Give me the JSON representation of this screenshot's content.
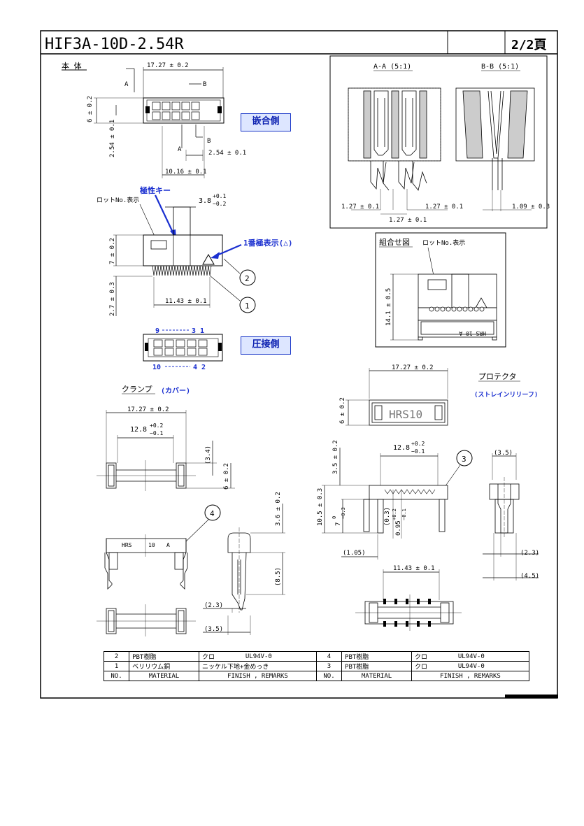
{
  "title_block": {
    "part_number": "HIF3A-10D-2.54R",
    "sheet": "2/2頁"
  },
  "main_body": {
    "label": "本 体",
    "dims": {
      "overall_width": "17.27 ± 0.2",
      "height_6": "6 ± 0.2",
      "pitch_vertical": "2.54 ± 0.1",
      "pitch_horizontal": "2.54 ± 0.1",
      "span_10_16": "10.16 ± 0.1",
      "key_width": "3.8",
      "key_tol_plus": "+0.1",
      "key_tol_minus": "−0.2",
      "height_7": "7 ± 0.2",
      "lead_2_7": "2.7 ± 0.3",
      "span_11_43": "11.43 ± 0.1"
    },
    "section_a": "A",
    "section_b": "B",
    "lot_no": "ロットNo.表示",
    "polarity_key": "極性キー",
    "pin1_mark": "1番極表示(△)",
    "mating_side": "嵌合側",
    "crimp_side": "圧接側",
    "pin_numbers": {
      "top_left": "9",
      "top_right": "3 1",
      "bottom_left": "10",
      "bottom_right": "4 2"
    }
  },
  "sections": {
    "aa_title": "A-A (5:1)",
    "bb_title": "B-B (5:1)",
    "aa_dim_left": "1.27 ± 0.1",
    "aa_dim_right": "1.27 ± 0.1",
    "aa_dim_bottom": "1.27 ± 0.1",
    "bb_dim": "1.09 ± 0.3"
  },
  "assembly": {
    "title": "組合せ図",
    "lot_no": "ロットNo.表示",
    "height": "14.1 ± 0.5",
    "marking": "HRS 10 A"
  },
  "clamp": {
    "title": "クランプ",
    "subtitle": "(カバー)",
    "width": "17.27 ± 0.2",
    "inner": "12.8",
    "inner_plus": "+0.2",
    "inner_minus": "−0.1",
    "dim_3_4": "(3.4)",
    "height_6": "6 ± 0.2",
    "marking_hrs": "HRS",
    "marking_10": "10",
    "marking_a": "A",
    "dim_3_6": "3.6 ± 0.2",
    "dim_8_5": "(8.5)",
    "dim_2_3": "(2.3)",
    "dim_3_5": "(3.5)"
  },
  "protector": {
    "title": "プロテクタ",
    "subtitle": "(ストレインリリーフ)",
    "width": "17.27 ± 0.2",
    "height_6": "6 ± 0.2",
    "marking": "HRS10",
    "inner": "12.8",
    "inner_plus": "+0.2",
    "inner_minus": "−0.1",
    "dim_3_5_top": "3.5 ± 0.2",
    "dim_10_5": "10.5 ± 0.3",
    "dim_7": "7",
    "dim_7_plus": "0",
    "dim_7_minus": "−0.3",
    "dim_0_3": "(0.3)",
    "dim_0_95": "0.95",
    "dim_0_95_plus": "+0.2",
    "dim_0_95_minus": "−0.1",
    "dim_1_05": "(1.05)",
    "span_11_43": "11.43 ± 0.1",
    "side_3_5": "(3.5)",
    "side_2_3": "(2.3)",
    "side_4_5": "(4.5)"
  },
  "callouts": [
    "1",
    "2",
    "3",
    "4"
  ],
  "bom": {
    "rows": [
      {
        "no": "2",
        "material": "PBT樹脂",
        "finish": "クロ",
        "remark": "UL94V-0",
        "no2": "4",
        "material2": "PBT樹脂",
        "finish2": "クロ",
        "remark2": "UL94V-0"
      },
      {
        "no": "1",
        "material": "ベリリウム銅",
        "finish": "ニッケル下地+金めっき",
        "remark": "",
        "no2": "3",
        "material2": "PBT樹脂",
        "finish2": "クロ",
        "remark2": "UL94V-0"
      }
    ],
    "headers": {
      "no": "NO.",
      "material": "MATERIAL",
      "finish": "FINISH , REMARKS",
      "no2": "NO.",
      "material2": "MATERIAL",
      "finish2": "FINISH , REMARKS"
    }
  }
}
